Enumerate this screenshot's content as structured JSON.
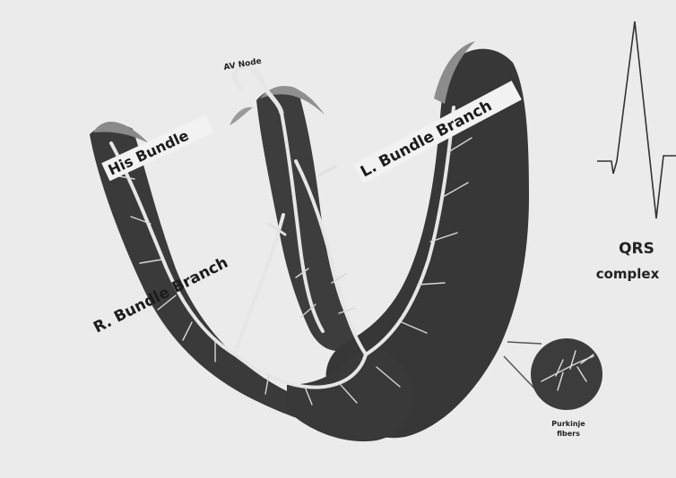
{
  "diagram": {
    "labels": {
      "av_node": "AV Node",
      "his_bundle": "His Bundle",
      "l_bundle_branch": "L. Bundle Branch",
      "r_bundle_branch": "R. Bundle Branch",
      "purkinje_line1": "Purkinje",
      "purkinje_line2": "fibers",
      "qrs_line1": "QRS",
      "qrs_line2": "complex"
    },
    "colors": {
      "background": "#ebebeb",
      "tissue": "#3b3b3b",
      "conduction": "#e6e6e6",
      "ink": "#222222"
    }
  }
}
